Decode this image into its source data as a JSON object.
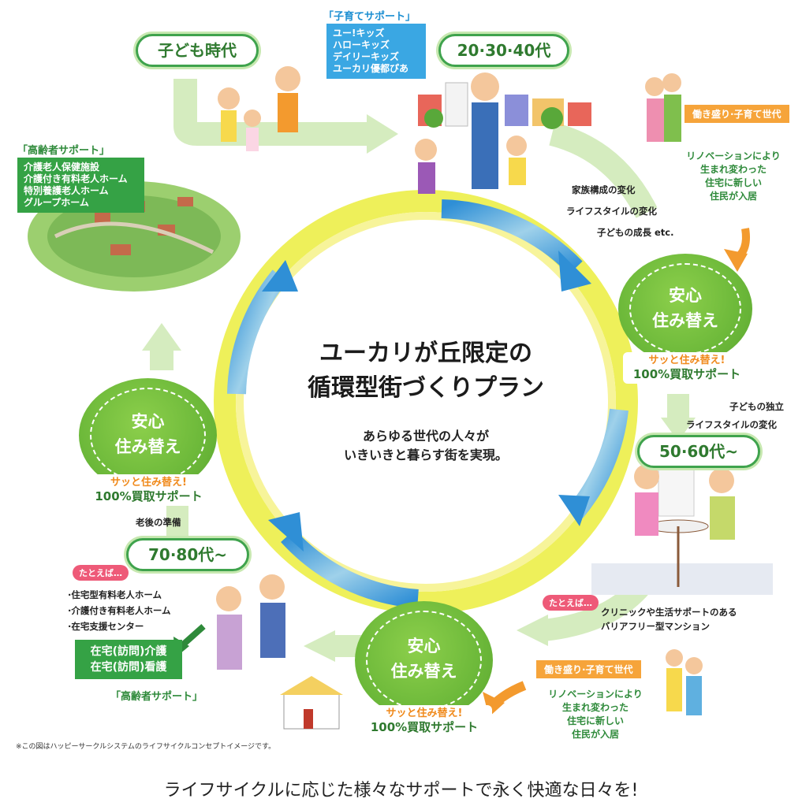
{
  "center": {
    "title_line1": "ユーカリが丘限定の",
    "title_line2": "循環型街づくりプラン",
    "sub_line1": "あらゆる世代の人々が",
    "sub_line2": "いきいきと暮らす街を実現。"
  },
  "stages": {
    "childhood": "子ども時代",
    "age_20_40": "20·30·40代",
    "age_50_60": "50·60代~",
    "age_70_80": "70·80代~"
  },
  "child_support": {
    "label": "「子育てサポート」",
    "items": [
      "ユー!キッズ",
      "ハローキッズ",
      "デイリーキッズ",
      "ユーカリ優都ぴあ"
    ]
  },
  "elderly_support_top": {
    "label": "「高齢者サポート」",
    "items": [
      "介護老人保健施設",
      "介護付き有料老人ホーム",
      "特別養護老人ホーム",
      "グループホーム"
    ]
  },
  "elderly_support_bottom": {
    "label": "「高齢者サポート」",
    "items": [
      "在宅(訪問)介護",
      "在宅(訪問)看護"
    ]
  },
  "change_notes": [
    "家族構成の変化",
    "ライフスタイルの変化",
    "子どもの成長 etc."
  ],
  "independence_notes": [
    "子どもの独立",
    "ライフスタイルの変化"
  ],
  "aging_note": "老後の準備",
  "relocation": {
    "title_line1": "安心",
    "title_line2": "住み替え",
    "quick": "サッと住み替え!",
    "buyback": "100%買取サポート"
  },
  "working_gen": {
    "tag": "働き盛り·子育て世代",
    "renov_line1": "リノベーションにより",
    "renov_line2": "生まれ変わった",
    "renov_line3": "住宅に新しい",
    "renov_line4": "住民が入居"
  },
  "example_bubble": "たとえば…",
  "mansion_note_line1": "クリニックや生活サポートのある",
  "mansion_note_line2": "バリアフリー型マンション",
  "elderly_facilities": [
    "·住宅型有料老人ホーム",
    "·介護付き有料老人ホーム",
    "·在宅支援センター"
  ],
  "footnote": "※この図はハッピーサークルシステムのライフサイクルコンセプトイメージです。",
  "footer": "ライフサイクルに応じた様々なサポートで永く快適な日々を!",
  "colors": {
    "green": "#3fa34d",
    "blue": "#3aa7e3",
    "orange": "#f6a43a",
    "yellow": "#f2ea1f",
    "light_green": "#d5ecbf"
  }
}
